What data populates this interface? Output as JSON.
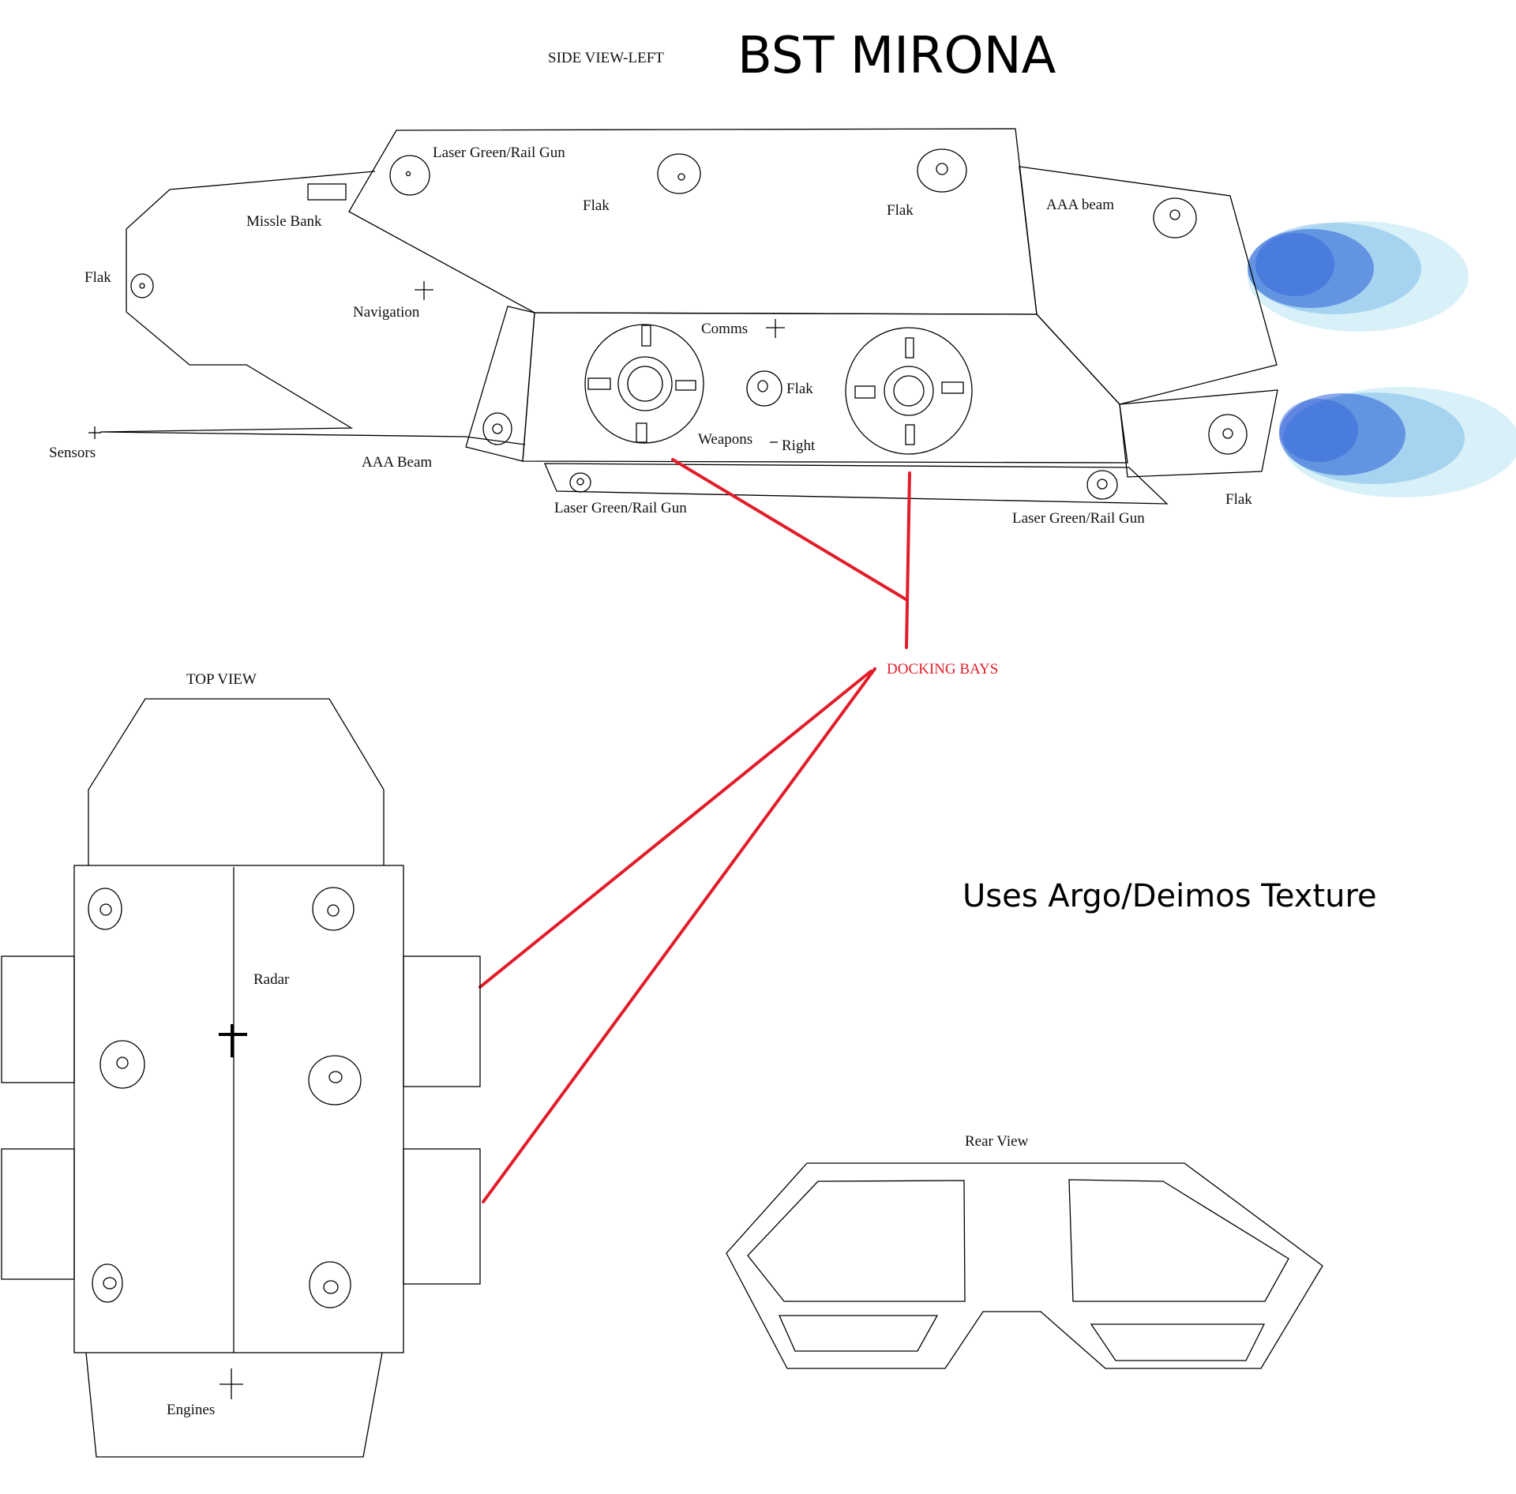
{
  "title": "BST MIRONA",
  "side_view_label": "SIDE VIEW-LEFT",
  "top_view_label": "TOP VIEW",
  "rear_view_label": "Rear View",
  "texture_note": "Uses Argo/Deimos Texture",
  "docking_label": "DOCKING BAYS",
  "colors": {
    "leader": "#e11d2a",
    "exhaust_dark": "#2b5fd6",
    "exhaust_light": "#8fd3ec"
  },
  "side_view": {
    "laser_top": "Laser Green/Rail Gun",
    "flak_top_mid": "Flak",
    "flak_top_right": "Flak",
    "missle_bank": "Missle Bank",
    "flak_nose": "Flak",
    "navigation": "Navigation",
    "aaa_beam_rear": "AAA beam",
    "comms": "Comms",
    "flak_mid": "Flak",
    "weapons": "Weapons",
    "right": "Right",
    "sensors": "Sensors",
    "aaa_beam_front": "AAA Beam",
    "laser_bottom_left": "Laser Green/Rail Gun",
    "laser_bottom_right": "Laser Green/Rail Gun",
    "flak_rear": "Flak"
  },
  "top_view": {
    "radar": "Radar",
    "engines": "Engines"
  }
}
